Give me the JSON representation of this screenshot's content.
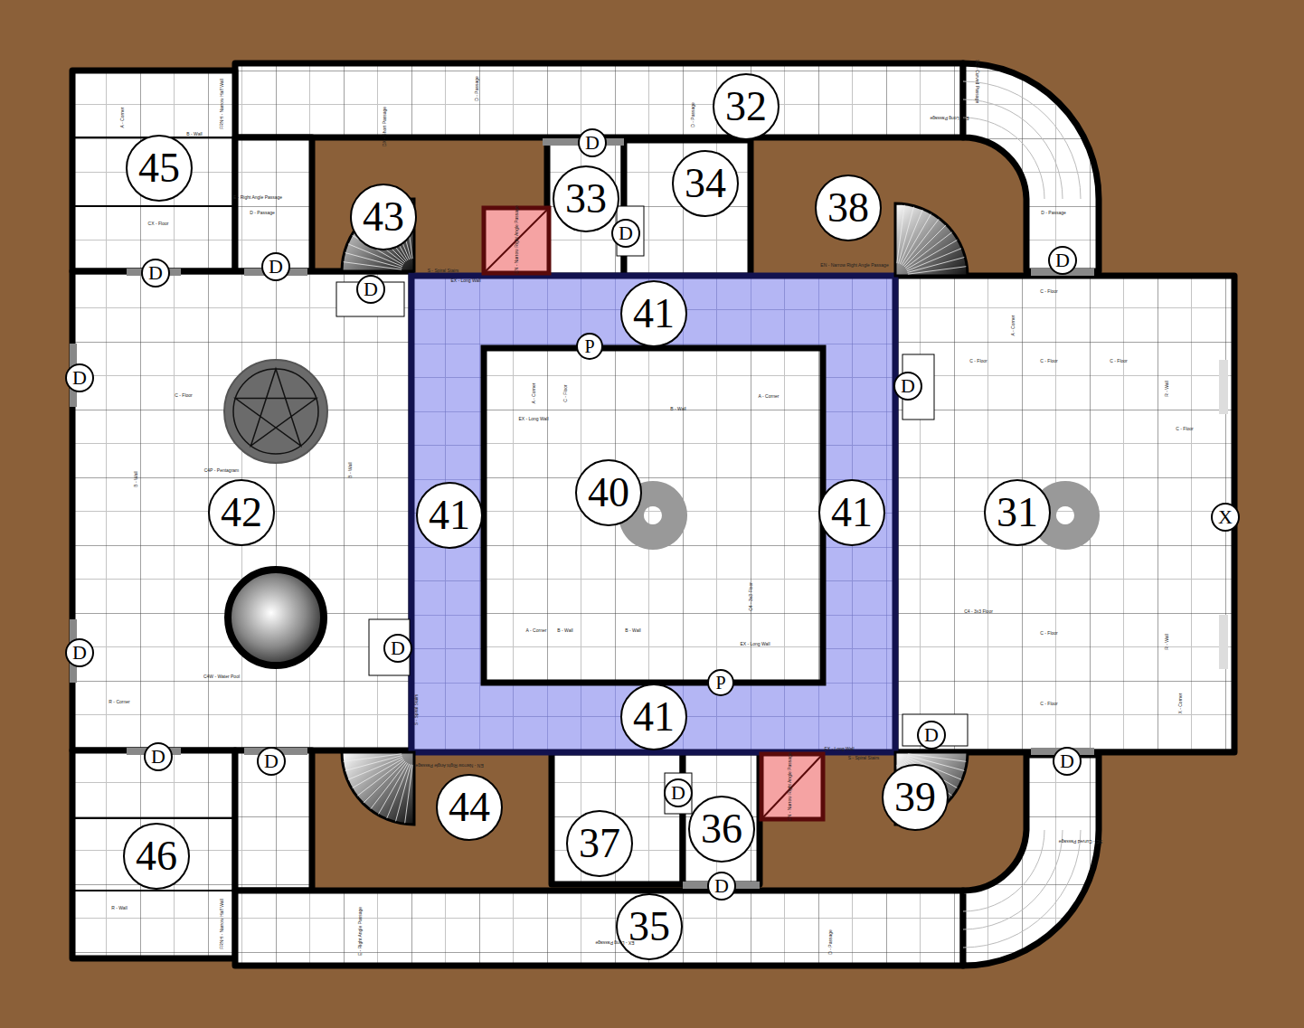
{
  "diagram": {
    "nodes": [
      {
        "text": [
          "32"
        ]
      },
      {
        "text": [
          "45"
        ]
      },
      {
        "text": [
          "D"
        ]
      },
      {
        "text": [
          "33"
        ]
      },
      {
        "text": [
          "34"
        ]
      },
      {
        "text": [
          "43"
        ]
      },
      {
        "text": [
          "38"
        ]
      },
      {
        "text": [
          "D"
        ]
      },
      {
        "text": [
          "D"
        ]
      },
      {
        "text": [
          "D"
        ]
      },
      {
        "text": [
          "D"
        ]
      },
      {
        "text": [
          "D"
        ]
      },
      {
        "text": [
          "41"
        ]
      },
      {
        "text": [
          "P"
        ]
      },
      {
        "text": [
          "D"
        ]
      },
      {
        "text": [
          "D"
        ]
      },
      {
        "text": [
          "42"
        ]
      },
      {
        "text": [
          "41"
        ]
      },
      {
        "text": [
          "40"
        ]
      },
      {
        "text": [
          "41"
        ]
      },
      {
        "text": [
          "31"
        ]
      },
      {
        "text": [
          "X"
        ]
      },
      {
        "text": [
          "D"
        ]
      },
      {
        "text": [
          "D"
        ]
      },
      {
        "text": [
          "P"
        ]
      },
      {
        "text": [
          "41"
        ]
      },
      {
        "text": [
          "D"
        ]
      },
      {
        "text": [
          "D"
        ]
      },
      {
        "text": [
          "D"
        ]
      },
      {
        "text": [
          "D"
        ]
      },
      {
        "text": [
          "D"
        ]
      },
      {
        "text": [
          "44"
        ]
      },
      {
        "text": [
          "39"
        ]
      },
      {
        "text": [
          "36"
        ]
      },
      {
        "text": [
          "46"
        ]
      },
      {
        "text": [
          "37"
        ]
      },
      {
        "text": [
          "D"
        ]
      },
      {
        "text": [
          "35"
        ]
      }
    ],
    "labels": [
      "A - Corner",
      "FRNH - Narrow Half Wall",
      "B - Wall",
      "CX - Floor",
      "E - Right Angle Passage",
      "D - Passage",
      "DX - Short Passage",
      "D - Passage",
      "D - Passage",
      "SC - Curved Passage",
      "EX - Long Passage",
      "D - Passage",
      "EN - Narrow Right Angle Passage",
      "S - Spiral Stairs",
      "EX - Long Wall",
      "EN - Narrow Right Angle Passage",
      "C - Floor",
      "C4P - Pentagram",
      "C - Floor",
      "C4W - Water Pool",
      "C - Floor",
      "C - Floor",
      "C - Floor",
      "C - Floor",
      "A - Corner",
      "C4 - 3x3 Floor",
      "C - Floor",
      "C - Floor",
      "X - Corner",
      "R - Corner",
      "R - Wall",
      "FRNH - Narrow Half Wall",
      "E - Right Angle Passage",
      "EX - Long Passage",
      "D - Passage",
      "SC - Curved Passage",
      "EN - Narrow Right Angle Passage",
      "EN - Narrow Right Angle Passage",
      "S - Spiral Stairs",
      "S - Spiral Stairs",
      "EX - Long Wall",
      "A - Corner",
      "C - Floor",
      "EX - Long Wall",
      "B - Wall",
      "A - Corner",
      "C4 - 3x3 Floor",
      "EX - Long Wall",
      "A - Corner",
      "B - Wall",
      "B - Wall",
      "R - Wall",
      "R - Wall",
      "B - Wall",
      "B - Wall"
    ]
  }
}
